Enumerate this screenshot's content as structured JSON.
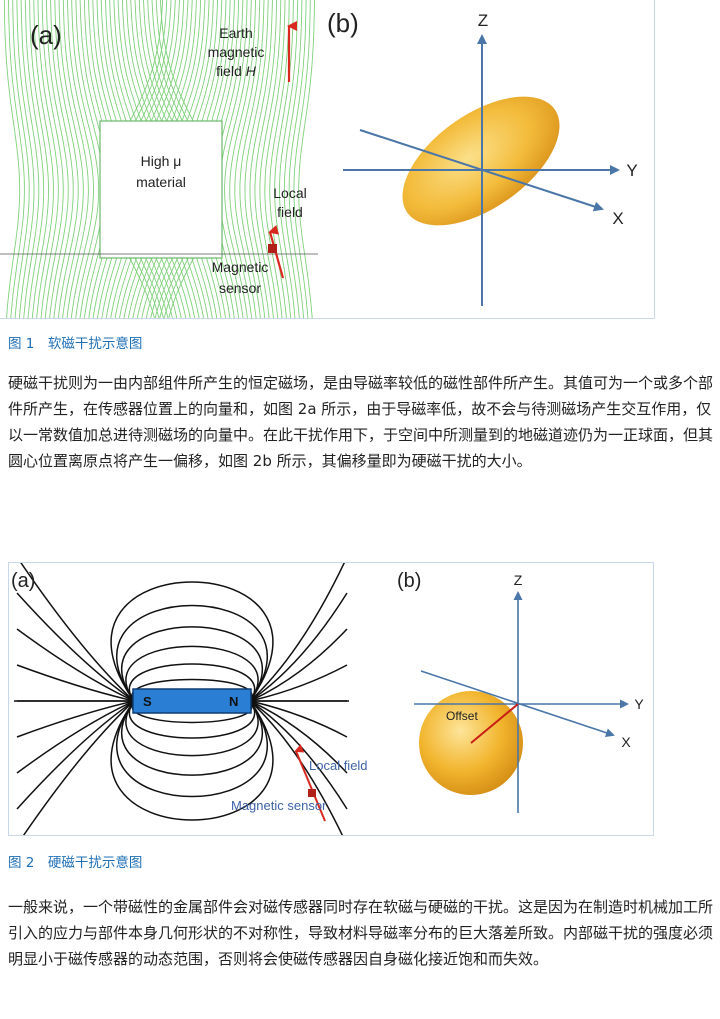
{
  "figure1": {
    "panel_a": {
      "tag": "(a)",
      "earth_label": [
        "Earth",
        "magnetic",
        "field "
      ],
      "earth_h": "H",
      "material_label": [
        "High μ",
        "material"
      ],
      "local_label": [
        "Local",
        "field"
      ],
      "sensor_label": [
        "Magnetic",
        "sensor"
      ]
    },
    "panel_b": {
      "tag": "(b)",
      "axis_z": "Z",
      "axis_y": "Y",
      "axis_x": "X"
    },
    "caption": "图 1　软磁干扰示意图",
    "colors": {
      "field_lines": "#7fd17a",
      "material_border": "#6ab86a",
      "arrow": "#d9281f",
      "axis": "#4a76a8",
      "ellipsoid": "#f0b030"
    }
  },
  "paragraph1": "硬磁干扰则为一由内部组件所产生的恒定磁场，是由导磁率较低的磁性部件所产生。其值可为一个或多个部件所产生，在传感器位置上的向量和，如图 2a 所示，由于导磁率低，故不会与待测磁场产生交互作用，仅以一常数值加总进待测磁场的向量中。在此干扰作用下，于空间中所测量到的地磁道迹仍为一正球面，但其圆心位置离原点将产生一偏移，如图 2b 所示，其偏移量即为硬磁干扰的大小。",
  "figure2": {
    "panel_a": {
      "tag": "(a)",
      "pole_s": "S",
      "pole_n": "N",
      "local_label": "Local field",
      "sensor_label": "Magnetic sensor"
    },
    "panel_b": {
      "tag": "(b)",
      "axis_z": "Z",
      "axis_y": "Y",
      "axis_x": "X",
      "offset_label": "Offset"
    },
    "caption": "图 2　硬磁干扰示意图",
    "colors": {
      "magnet": "#2a7fd4",
      "lines": "#111111",
      "label": "#3f63a8",
      "sphere": "#f2b52e"
    }
  },
  "paragraph2": "一般来说，一个带磁性的金属部件会对磁传感器同时存在软磁与硬磁的干扰。这是因为在制造时机械加工所引入的应力与部件本身几何形状的不对称性，导致材料导磁率分布的巨大落差所致。内部磁干扰的强度必须明显小于磁传感器的动态范围，否则将会使磁传感器因自身磁化接近饱和而失效。"
}
